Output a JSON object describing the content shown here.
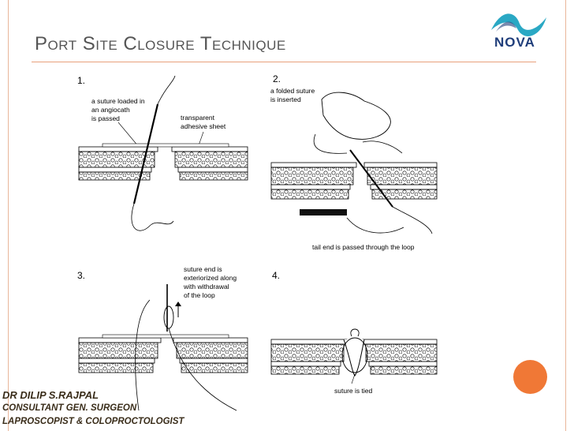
{
  "slide": {
    "title": "Port Site Closure Technique",
    "logo_text": "NOVA"
  },
  "steps": [
    {
      "number": "1.",
      "labels": [
        "a suture loaded in",
        "an angiocath",
        "is passed",
        "transparent",
        "adhesive sheet"
      ]
    },
    {
      "number": "2.",
      "labels": [
        "a folded suture",
        "is inserted",
        "tail end is passed through the loop"
      ]
    },
    {
      "number": "3.",
      "labels": [
        "suture end is",
        "exteriorized along",
        "with withdrawal",
        "of the loop"
      ]
    },
    {
      "number": "4.",
      "labels": [
        "suture is tied"
      ]
    }
  ],
  "credits": {
    "name": "DR DILIP S.RAJPAL",
    "title1": "CONSULTANT GEN. SURGEON",
    "title2": "LAPROSCOPIST & COLOPROCTOLOGIST"
  },
  "colors": {
    "accent": "#f07836",
    "rule": "#e8a17c",
    "logo_blue": "#1f3d7a",
    "logo_teal": "#2aa8c4"
  }
}
